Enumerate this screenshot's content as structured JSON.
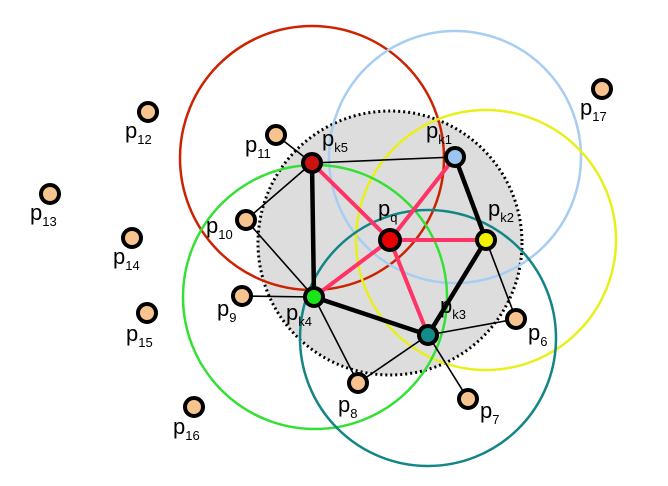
{
  "labels": {
    "pq": {
      "main": "p",
      "sub": "q"
    },
    "pk1": {
      "main": "p",
      "sub": "k1"
    },
    "pk2": {
      "main": "p",
      "sub": "k2"
    },
    "pk3": {
      "main": "p",
      "sub": "k3"
    },
    "pk4": {
      "main": "p",
      "sub": "k4"
    },
    "pk5": {
      "main": "p",
      "sub": "k5"
    },
    "p6": {
      "main": "p",
      "sub": "6"
    },
    "p7": {
      "main": "p",
      "sub": "7"
    },
    "p8": {
      "main": "p",
      "sub": "8"
    },
    "p9": {
      "main": "p",
      "sub": "9"
    },
    "p10": {
      "main": "p",
      "sub": "10"
    },
    "p11": {
      "main": "p",
      "sub": "11"
    },
    "p12": {
      "main": "p",
      "sub": "12"
    },
    "p13": {
      "main": "p",
      "sub": "13"
    },
    "p14": {
      "main": "p",
      "sub": "14"
    },
    "p15": {
      "main": "p",
      "sub": "15"
    },
    "p16": {
      "main": "p",
      "sub": "16"
    },
    "p17": {
      "main": "p",
      "sub": "17"
    }
  },
  "colors": {
    "region_fill": "#dddddd",
    "query_point": "#e60000",
    "pk1": "#9dc3f0",
    "pk2": "#f2f200",
    "pk3": "#148a8a",
    "pk4": "#19e619",
    "pk5": "#cc1111",
    "other_points": "#f7c38f",
    "query_edges": "#ff3366",
    "circle_pk1": "#a7cdf2",
    "circle_pk2": "#e8f01a",
    "circle_pk3": "#138585",
    "circle_pk4": "#33e033",
    "circle_pk5": "#cc2200"
  }
}
